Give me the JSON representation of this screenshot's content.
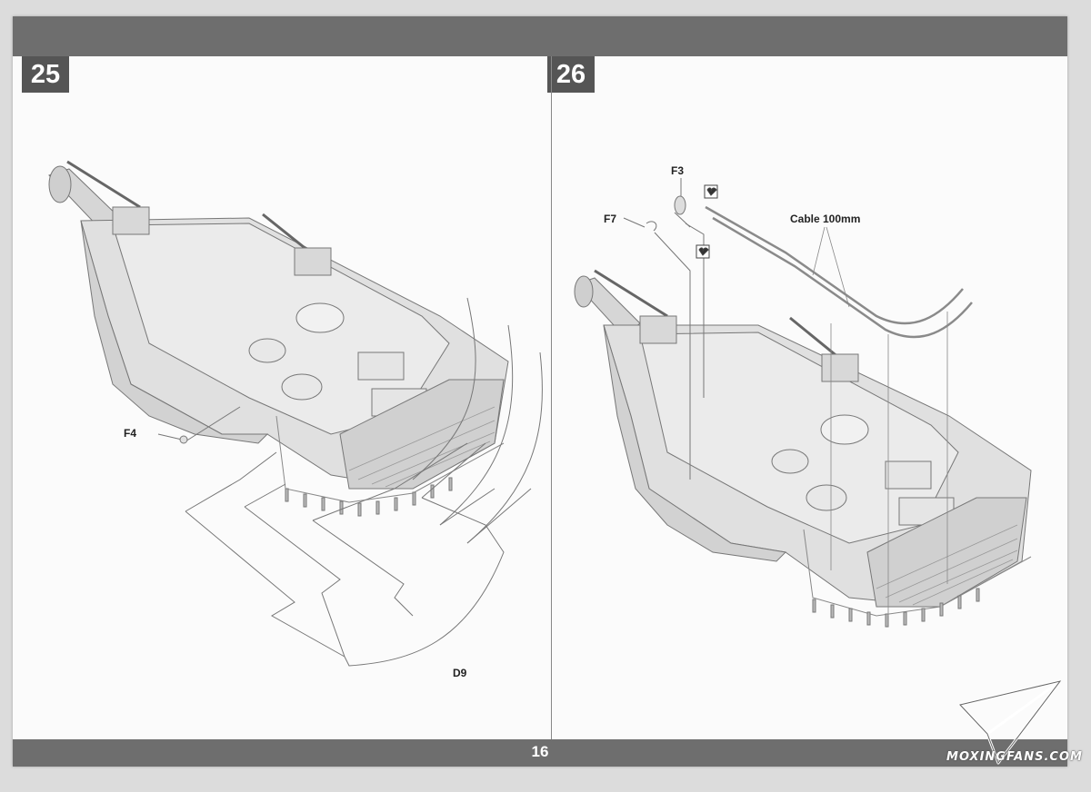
{
  "steps": {
    "left": {
      "number": "25"
    },
    "right": {
      "number": "26"
    }
  },
  "page_number": "16",
  "labels": {
    "f4": "F4",
    "d9": "D9",
    "f3": "F3",
    "f7": "F7",
    "cable": "Cable 100mm"
  },
  "watermark": {
    "text": "MOXINGFANS.COM",
    "icon": "paper-plane-icon"
  },
  "colors": {
    "band": "#6e6e6e",
    "badge": "#555555",
    "hull": "#dedede"
  }
}
